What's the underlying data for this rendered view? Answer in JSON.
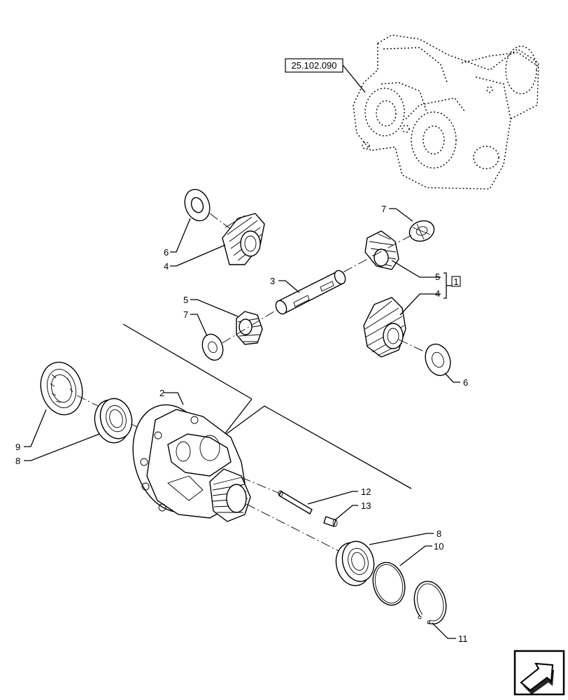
{
  "reference_label": "25.102.090",
  "callouts": {
    "c2": "2",
    "c3": "3",
    "c4a": "4",
    "c4b": "4",
    "c5a": "5",
    "c5b": "5",
    "c6a": "6",
    "c6b": "6",
    "c7a": "7",
    "c7b": "7",
    "c8a": "8",
    "c8b": "8",
    "c9": "9",
    "c10": "10",
    "c11": "11",
    "c12": "12",
    "c13": "13"
  },
  "kit_marker": "1",
  "nav_icon": "next-page-arrow-icon"
}
